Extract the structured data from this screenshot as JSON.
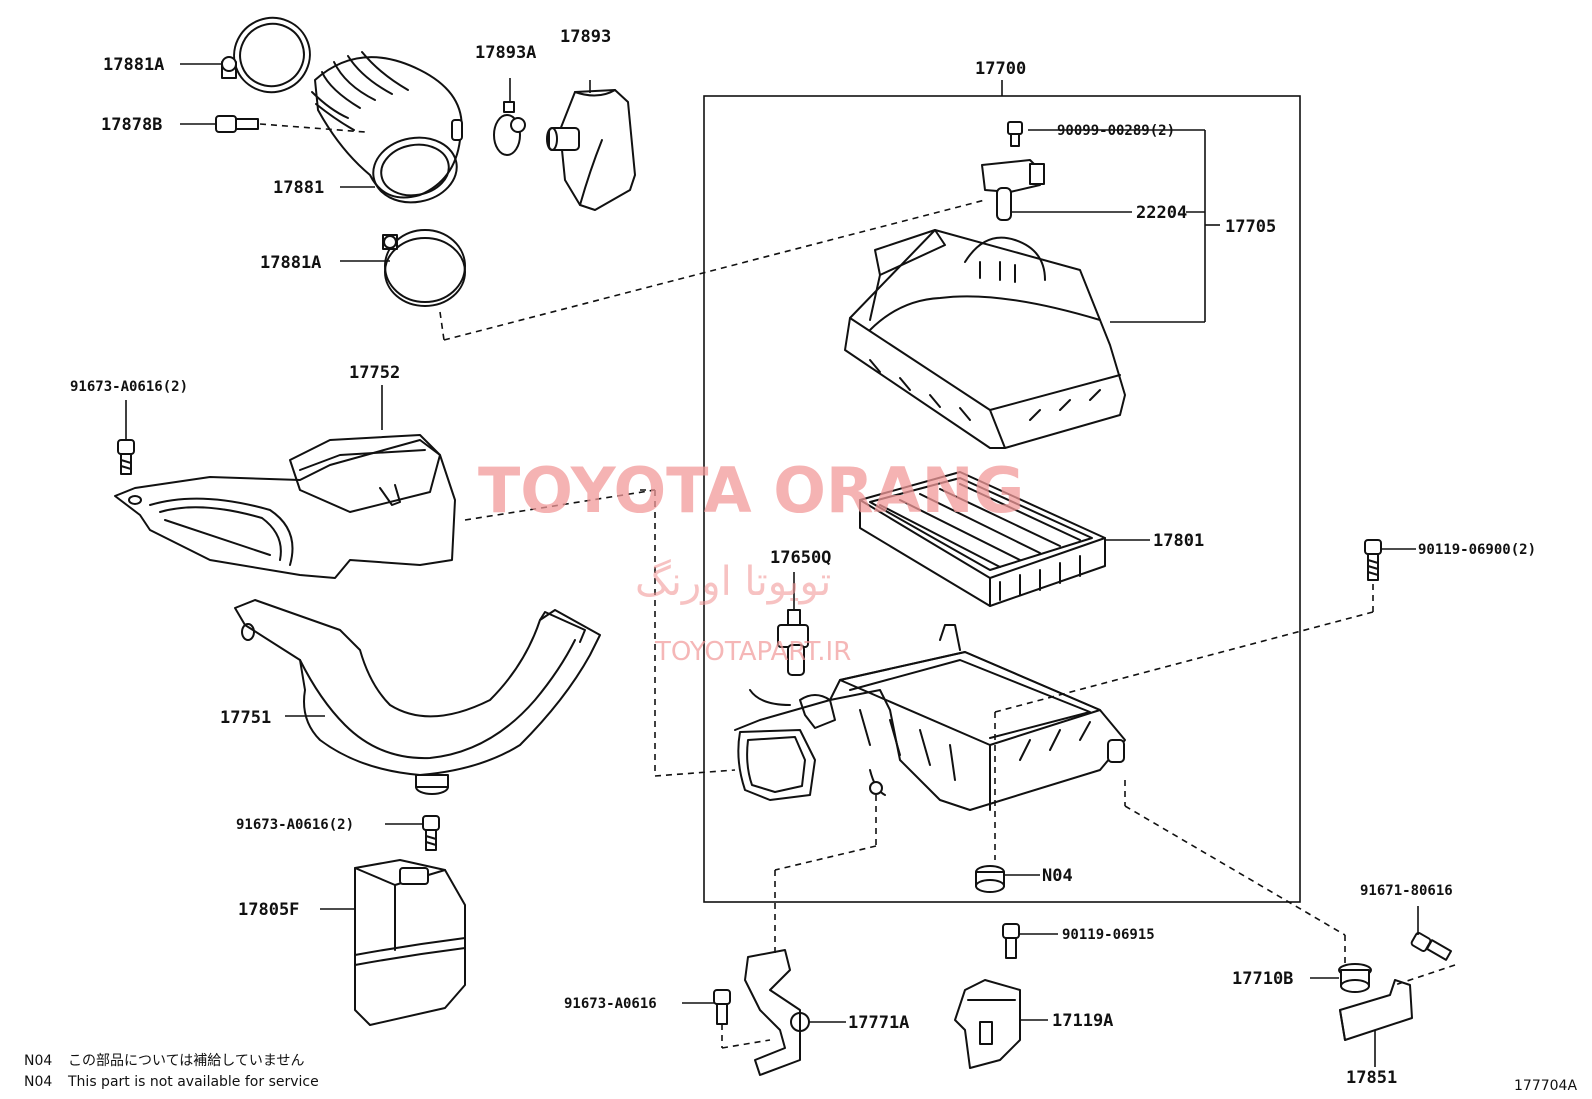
{
  "labels": {
    "p17881A_top": "17881A",
    "p17878B": "17878B",
    "p17881": "17881",
    "p17881A_bot": "17881A",
    "p17893A": "17893A",
    "p17893": "17893",
    "p17700": "17700",
    "p90099": "90099-00289(2)",
    "p22204": "22204",
    "p17705": "17705",
    "p91673_2a": "91673-A0616(2)",
    "p17752": "17752",
    "p17801": "17801",
    "p17650Q": "17650Q",
    "p90119_2": "90119-06900(2)",
    "p17751": "17751",
    "p91673_2b": "91673-A0616(2)",
    "p17805F": "17805F",
    "pN04": "N04",
    "p90119_06915": "90119-06915",
    "p91671": "91671-80616",
    "p17710B": "17710B",
    "p91673": "91673-A0616",
    "p17771A": "17771A",
    "p17119A": "17119A",
    "p17851": "17851"
  },
  "notes": {
    "jp_code": "N04",
    "jp_text": "この部品については補給していません",
    "en_code": "N04",
    "en_text": "This part is not available for service"
  },
  "diagram_id": "177704A",
  "watermark": {
    "title": "TOYOTA ORANG",
    "farsi": "تویوتا اورنگ",
    "url": "TOYOTAPART.IR"
  }
}
